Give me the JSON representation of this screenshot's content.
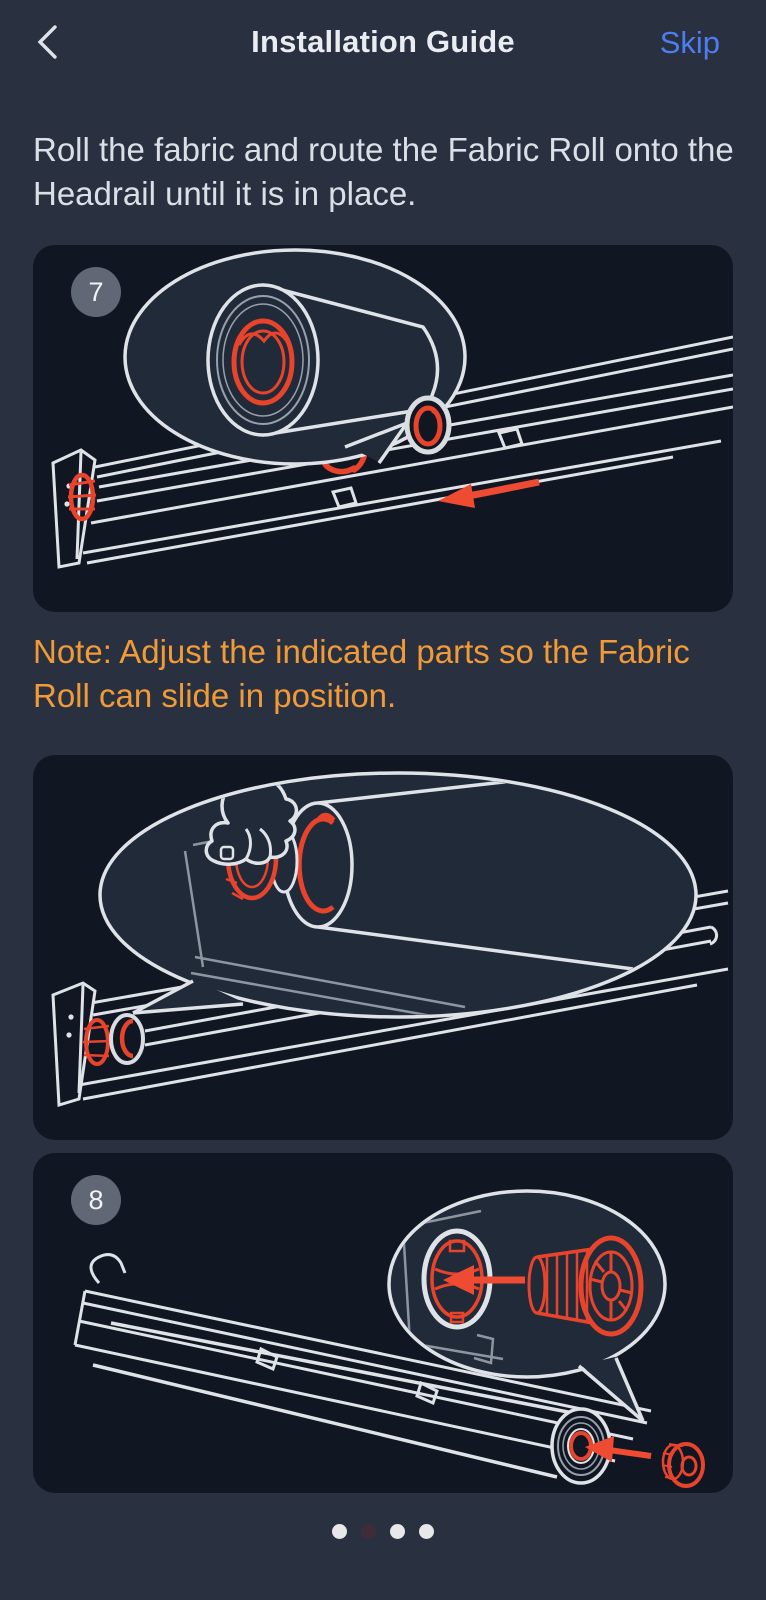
{
  "header": {
    "title": "Installation Guide",
    "skip_label": "Skip"
  },
  "icons": {
    "back": "chevron-left",
    "step_badge_shape": "gray-circle"
  },
  "instruction_text": "Roll the fabric and route the Fabric Roll onto the Headrail until it is in place.",
  "note_text": "Note: Adjust the indicated parts so the Fabric Roll can slide in position.",
  "panels": [
    {
      "step_badge": "7",
      "illustration": "route-fabric-roll-onto-headrail"
    },
    {
      "step_badge": "",
      "illustration": "hand-adjusting-adapter-on-roll-end"
    },
    {
      "step_badge": "8",
      "illustration": "insert-adapter-into-fabric-roll-core"
    }
  ],
  "pagination": {
    "dots": [
      "inactive",
      "active",
      "inactive",
      "inactive"
    ]
  },
  "colors": {
    "page_bg": "#293140",
    "panel_bg": "#111722",
    "bubble_bg": "#212a39",
    "line_white": "#dfe3e8",
    "accent_red": "#e8432b",
    "arrow_red": "#ef4b33",
    "note_orange": "#f19a38",
    "skip_blue": "#4d7df0",
    "dot_inactive": "#e8e8ea",
    "dot_active": "#3e2d38"
  }
}
